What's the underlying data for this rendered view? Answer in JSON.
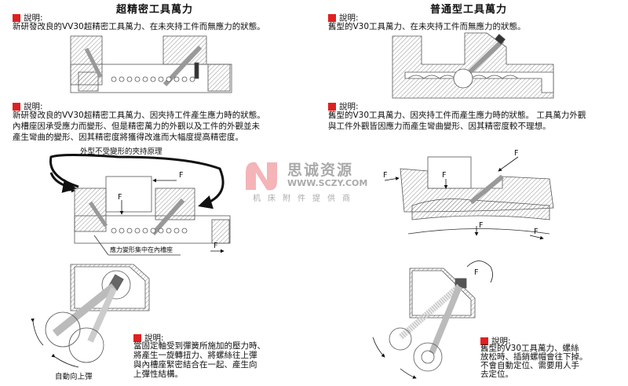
{
  "accent_color": "#e02020",
  "left": {
    "title": "超精密工具萬力",
    "note1": {
      "header": "說明:",
      "lines": [
        "新研發改良的VV30超精密工具萬力、在未夾持工件而無應力的狀態。"
      ]
    },
    "note2": {
      "header": "說明:",
      "lines": [
        "新研發改良的VV30超精密工具萬力、因夾持工件產生應力時的狀態。",
        "內槽座因承受應力而變形、但是精密萬力的外觀以及工件的外觀並未",
        "產生彎曲的變形、因其精密度將獲得改進而大幅度提高精密度。"
      ]
    },
    "principle_caption": "外型不受變形的夾持原理",
    "stress_label": "應力變形集中在內槽座",
    "force_label": "F",
    "auto_label": "自動向上彈",
    "note3": {
      "header": "說明:",
      "lines": [
        "當固定軸受到彈簧所施加的壓力時、",
        "將產生一旋轉扭力、將螺絲往上彈",
        "與內槽座緊密結合在一起、產生向",
        "上彈性結構。"
      ]
    }
  },
  "right": {
    "title": "普通型工具萬力",
    "note1": {
      "header": "說明:",
      "lines": [
        "舊型的V30工具萬力、在未夾持工件而無應力的狀態。"
      ]
    },
    "note2": {
      "header": "說明:",
      "lines": [
        "舊型的V30工具萬力、因夾持工件而產生應力時的狀態。 工具萬力外觀",
        "與工件外觀皆因應力而產生彎曲變形、因其精密度較不理想。"
      ]
    },
    "force_label": "F",
    "note3": {
      "header": "說明:",
      "lines": [
        "舊型的V30工具萬力、螺絲",
        "放松時、插銷螺帽會往下掉。",
        "不會自動定位、需要用人手",
        "去定位。"
      ]
    }
  },
  "watermark": {
    "brand": "思诚资源",
    "url": "WWW.SCZY.COM",
    "tagline": "机床附件提供商"
  }
}
